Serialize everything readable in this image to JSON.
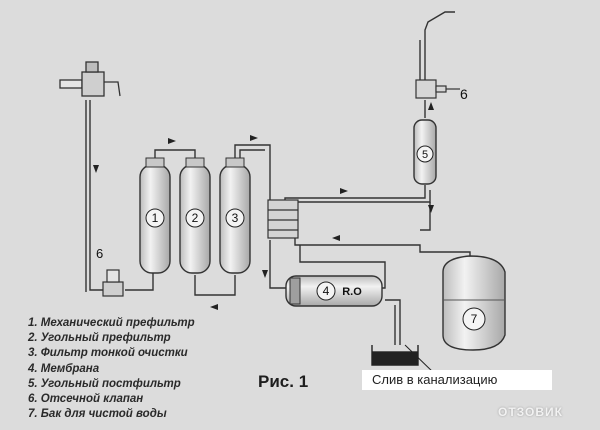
{
  "legend": [
    "1. Механический префильтр",
    "2. Угольный префильтр",
    "3. Фильтр тонкой очистки",
    "4. Мембрана",
    "5. Угольный постфильтр",
    "6. Отсечной клапан",
    "7. Бак для чистой воды"
  ],
  "figure_label": "Рис. 1",
  "drain_label": "Слив в канализацию",
  "valve_label_left": "6",
  "valve_label_right": "6",
  "components": {
    "c1": "1",
    "c2": "2",
    "c3": "3",
    "c4_num": "4",
    "c4_text": "R.O",
    "c5": "5",
    "c7": "7"
  },
  "watermark": "ОТЗОВИК"
}
